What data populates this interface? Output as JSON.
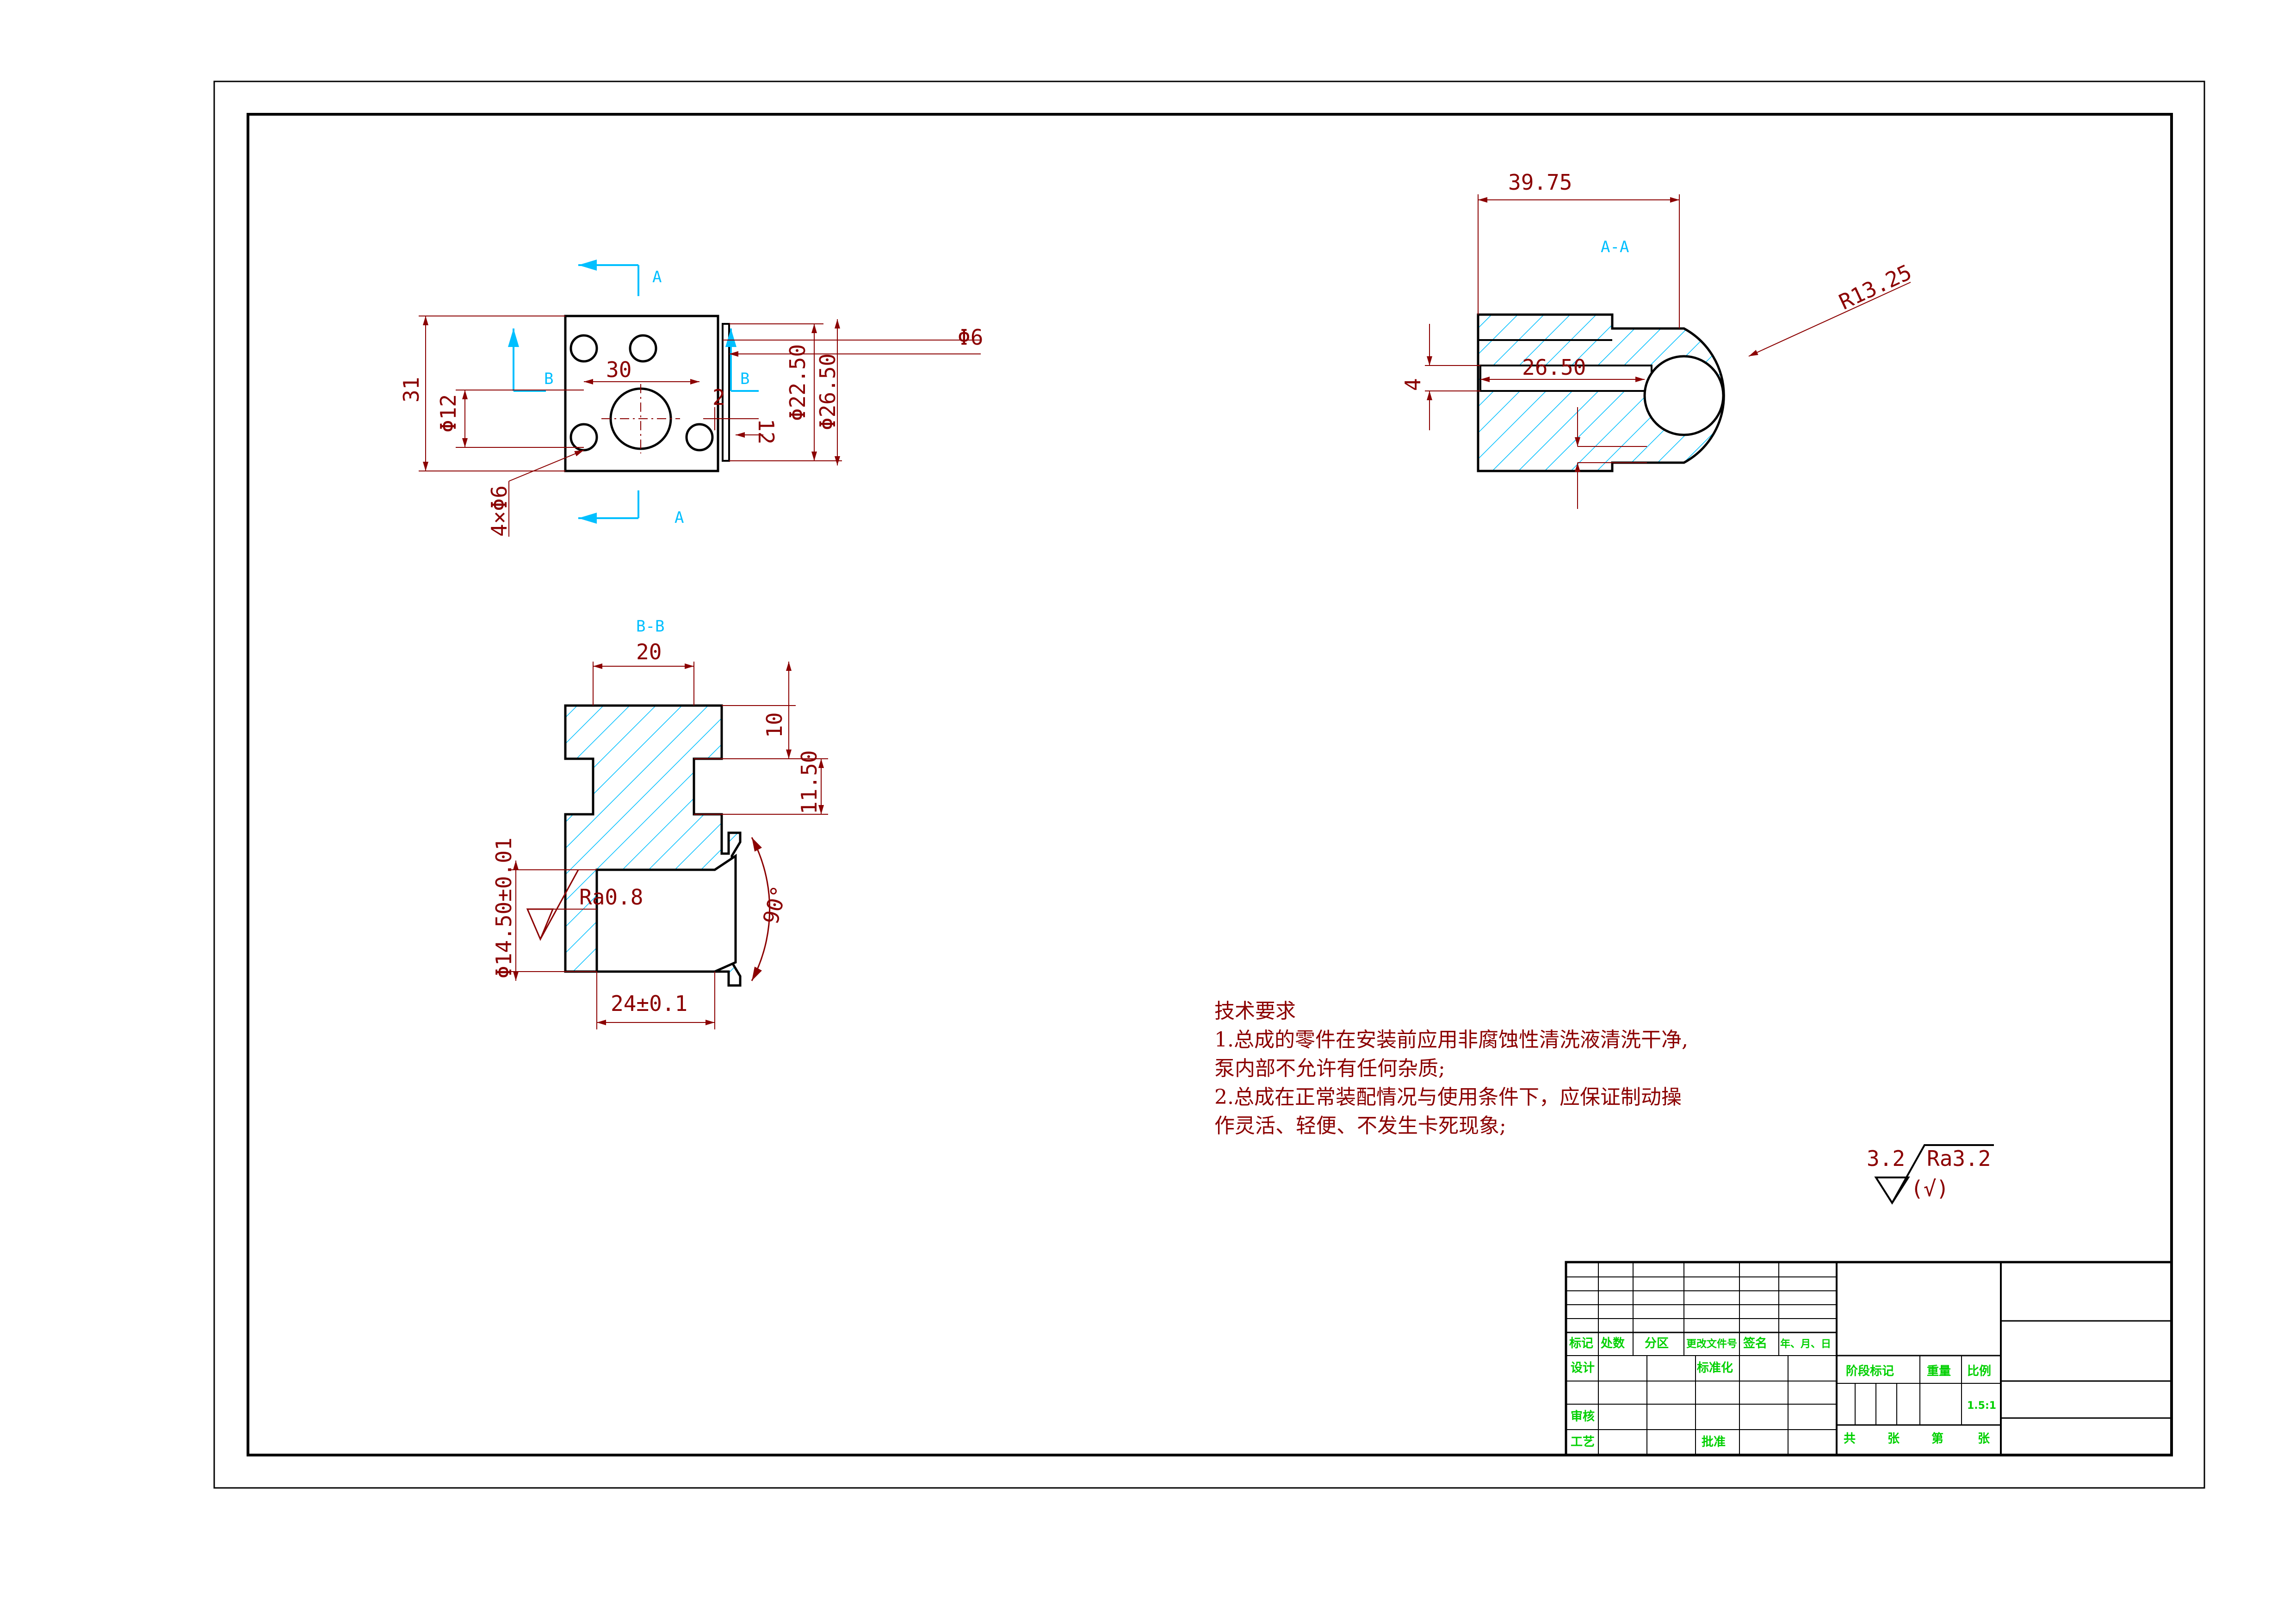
{
  "views": {
    "front": {
      "section_a_top": "A",
      "section_a_bottom": "A",
      "section_b_left": "B",
      "section_b_right": "B",
      "dim_phi6": "Φ6",
      "dim_31": "31",
      "dim_phi12": "Φ12",
      "dim_30": "30",
      "dim_2": "2",
      "dim_12": "12",
      "dim_phi22_5": "Φ22.50",
      "dim_phi26_5": "Φ26.50",
      "dim_4xphi6": "4×Φ6"
    },
    "section_aa": {
      "title": "A-A",
      "dim_39_75": "39.75",
      "dim_r13_25": "R13.25",
      "dim_4": "4",
      "dim_26_5": "26.50"
    },
    "section_bb": {
      "title": "B-B",
      "dim_20": "20",
      "dim_10": "10",
      "dim_11_5": "11.50",
      "dim_phi14_5": "Φ14.50±0.01",
      "roughness": "Ra0.8",
      "angle_90": "90°",
      "dim_24": "24±0.1"
    }
  },
  "tech_requirements": {
    "title": "技术要求",
    "line1": "1.总成的零件在安装前应用非腐蚀性清洗液清洗干净,",
    "line2": "泵内部不允许有任何杂质;",
    "line3": "2.总成在正常装配情况与使用条件下，应保证制动操",
    "line4": "作灵活、轻便、不发生卡死现象;"
  },
  "surface_symbol": {
    "value": "3.2",
    "ra": "Ra3.2",
    "paren": "(√)"
  },
  "title_block": {
    "header": [
      "标记",
      "处数",
      "分区",
      "更改文件号",
      "签名",
      "年、月、日"
    ],
    "design": "设计",
    "standard": "标准化",
    "stage_mark": "阶段标记",
    "weight": "重量",
    "scale": "比例",
    "scale_value": "1.5:1",
    "review": "审核",
    "process": "工艺",
    "approve": "批准",
    "total": "共",
    "sheet": "张",
    "number": "第",
    "sheet2": "张"
  },
  "colors": {
    "outline": "#000000",
    "dimension": "#8b0000",
    "label": "#00bfff",
    "hatch": "#00bfff",
    "title_block_text": "#00d000"
  }
}
